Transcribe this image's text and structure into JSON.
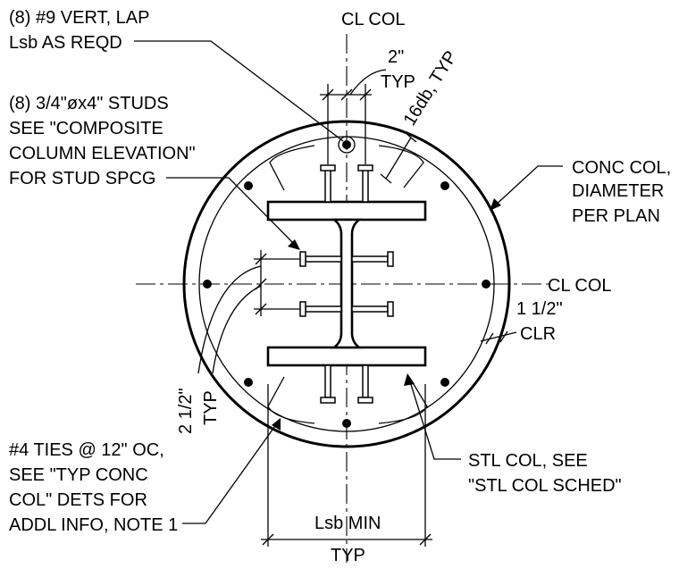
{
  "labels": {
    "cl_col_top": "CL COL",
    "cl_col_right": "CL COL",
    "vert_bars": [
      "(8) #9 VERT, LAP",
      "Lsb AS REQD"
    ],
    "studs": [
      "(8) 3/4\"øx4\" STUDS",
      "SEE \"COMPOSITE",
      "COLUMN ELEVATION\"",
      "FOR STUD SPCG"
    ],
    "stud_spacing": [
      "2\"",
      "TYP"
    ],
    "hook_length": "16db, TYP",
    "conc_col": [
      "CONC COL,",
      "DIAMETER",
      "PER PLAN"
    ],
    "clear_cover": [
      "1 1/2\"",
      "CLR"
    ],
    "edge_spacing": [
      "2 1/2\"",
      "TYP"
    ],
    "ties": [
      "#4 TIES @ 12\" OC,",
      "SEE \"TYP CONC",
      "COL\" DETS FOR",
      "ADDL INFO, NOTE 1"
    ],
    "stl_col": [
      "STL COL, SEE",
      "\"STL COL SCHED\""
    ],
    "lsb_min": "Lsb MIN",
    "lsb_typ": "TYP"
  }
}
